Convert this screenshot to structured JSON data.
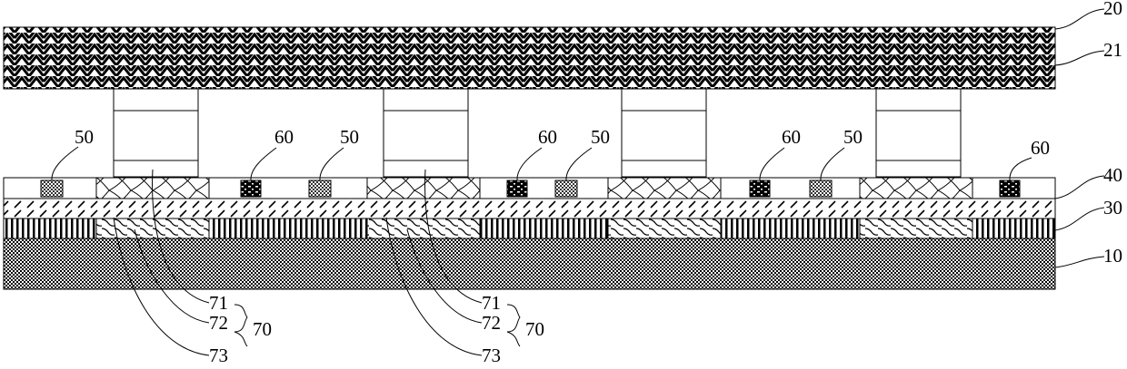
{
  "labels": {
    "substrate": "10",
    "cover": "20",
    "cover_layer": "21",
    "layer_30": "30",
    "layer_40": "40",
    "element_50": "50",
    "element_60": "60",
    "group_70": "70",
    "part_71": "71",
    "part_72": "72",
    "part_73": "73"
  },
  "colors": {
    "line": "#000000",
    "background": "#ffffff"
  }
}
